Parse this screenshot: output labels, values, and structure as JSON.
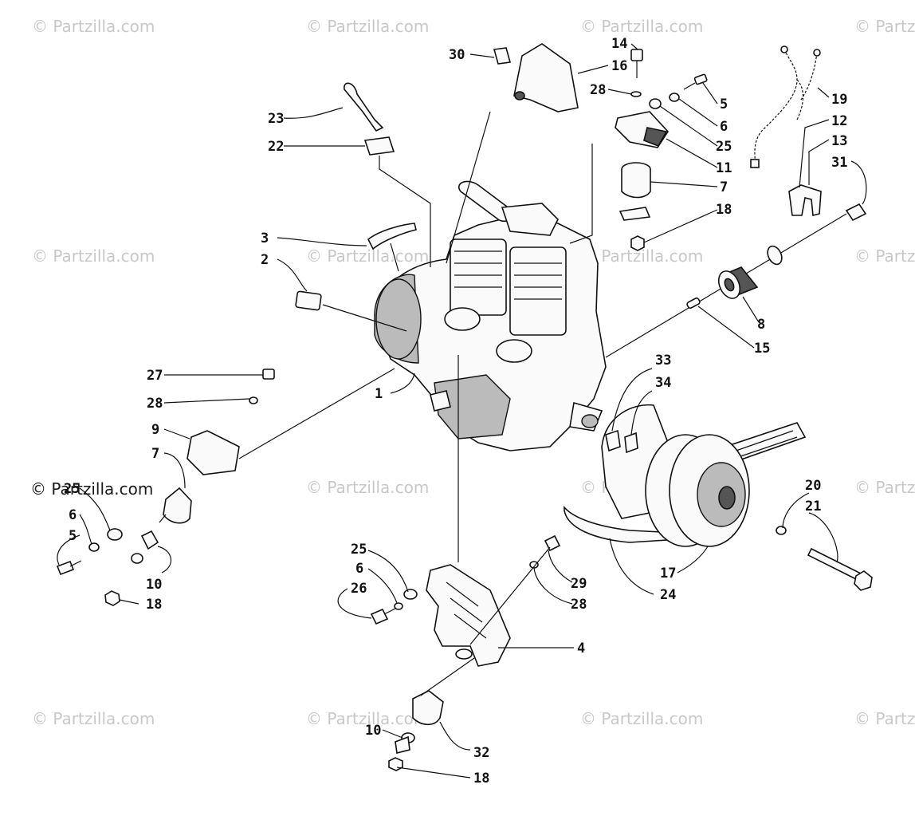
{
  "watermark": {
    "text": "© Partzilla.com"
  },
  "callouts": {
    "c1": "1",
    "c2": "2",
    "c3": "3",
    "c4": "4",
    "c5a": "5",
    "c5b": "5",
    "c6a": "6",
    "c6b": "6",
    "c6c": "6",
    "c7a": "7",
    "c7b": "7",
    "c8": "8",
    "c9": "9",
    "c10a": "10",
    "c10b": "10",
    "c11": "11",
    "c12": "12",
    "c13": "13",
    "c14": "14",
    "c15": "15",
    "c16": "16",
    "c17": "17",
    "c18a": "18",
    "c18b": "18",
    "c18c": "18",
    "c19": "19",
    "c20": "20",
    "c21": "21",
    "c22": "22",
    "c23": "23",
    "c24": "24",
    "c25a": "25",
    "c25b": "25",
    "c25c": "25",
    "c26": "26",
    "c27": "27",
    "c28a": "28",
    "c28b": "28",
    "c28c": "28",
    "c29": "29",
    "c30": "30",
    "c31": "31",
    "c32": "32",
    "c33": "33",
    "c34": "34"
  }
}
